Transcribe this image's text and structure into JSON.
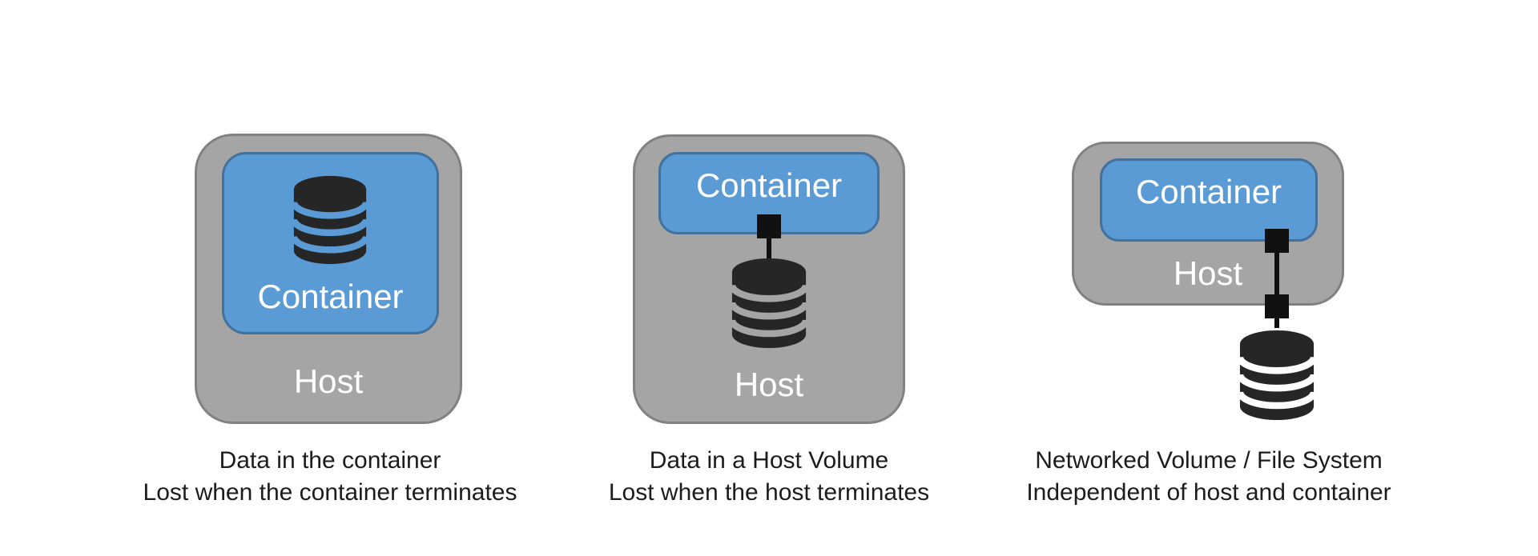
{
  "panels": [
    {
      "name": "data-in-the-container",
      "container_label": "Container",
      "host_label": "Host",
      "caption_lines": [
        "Data in the container",
        "Lost when the container terminates"
      ]
    },
    {
      "name": "data-in-a-host-volume",
      "container_label": "Container",
      "host_label": "Host",
      "caption_lines": [
        "Data in a Host Volume",
        "Lost when the host terminates"
      ]
    },
    {
      "name": "networked-volume-file-system",
      "container_label": "Container",
      "host_label": "Host",
      "caption_lines": [
        "Networked Volume / File System",
        "Independent of host and container"
      ]
    }
  ],
  "icons": {
    "database": "database-cylinder-icon",
    "connector": "volume-mount-connector-icon"
  },
  "colors": {
    "background": "#FFFFFF",
    "host_fill": "#A5A5A5",
    "host_border": "#818181",
    "container_fill": "#5B9BD5",
    "container_border": "#41719C",
    "label_text": "#FFFFFF",
    "caption_text": "#1C1C1C",
    "icon_color": "#262626"
  }
}
